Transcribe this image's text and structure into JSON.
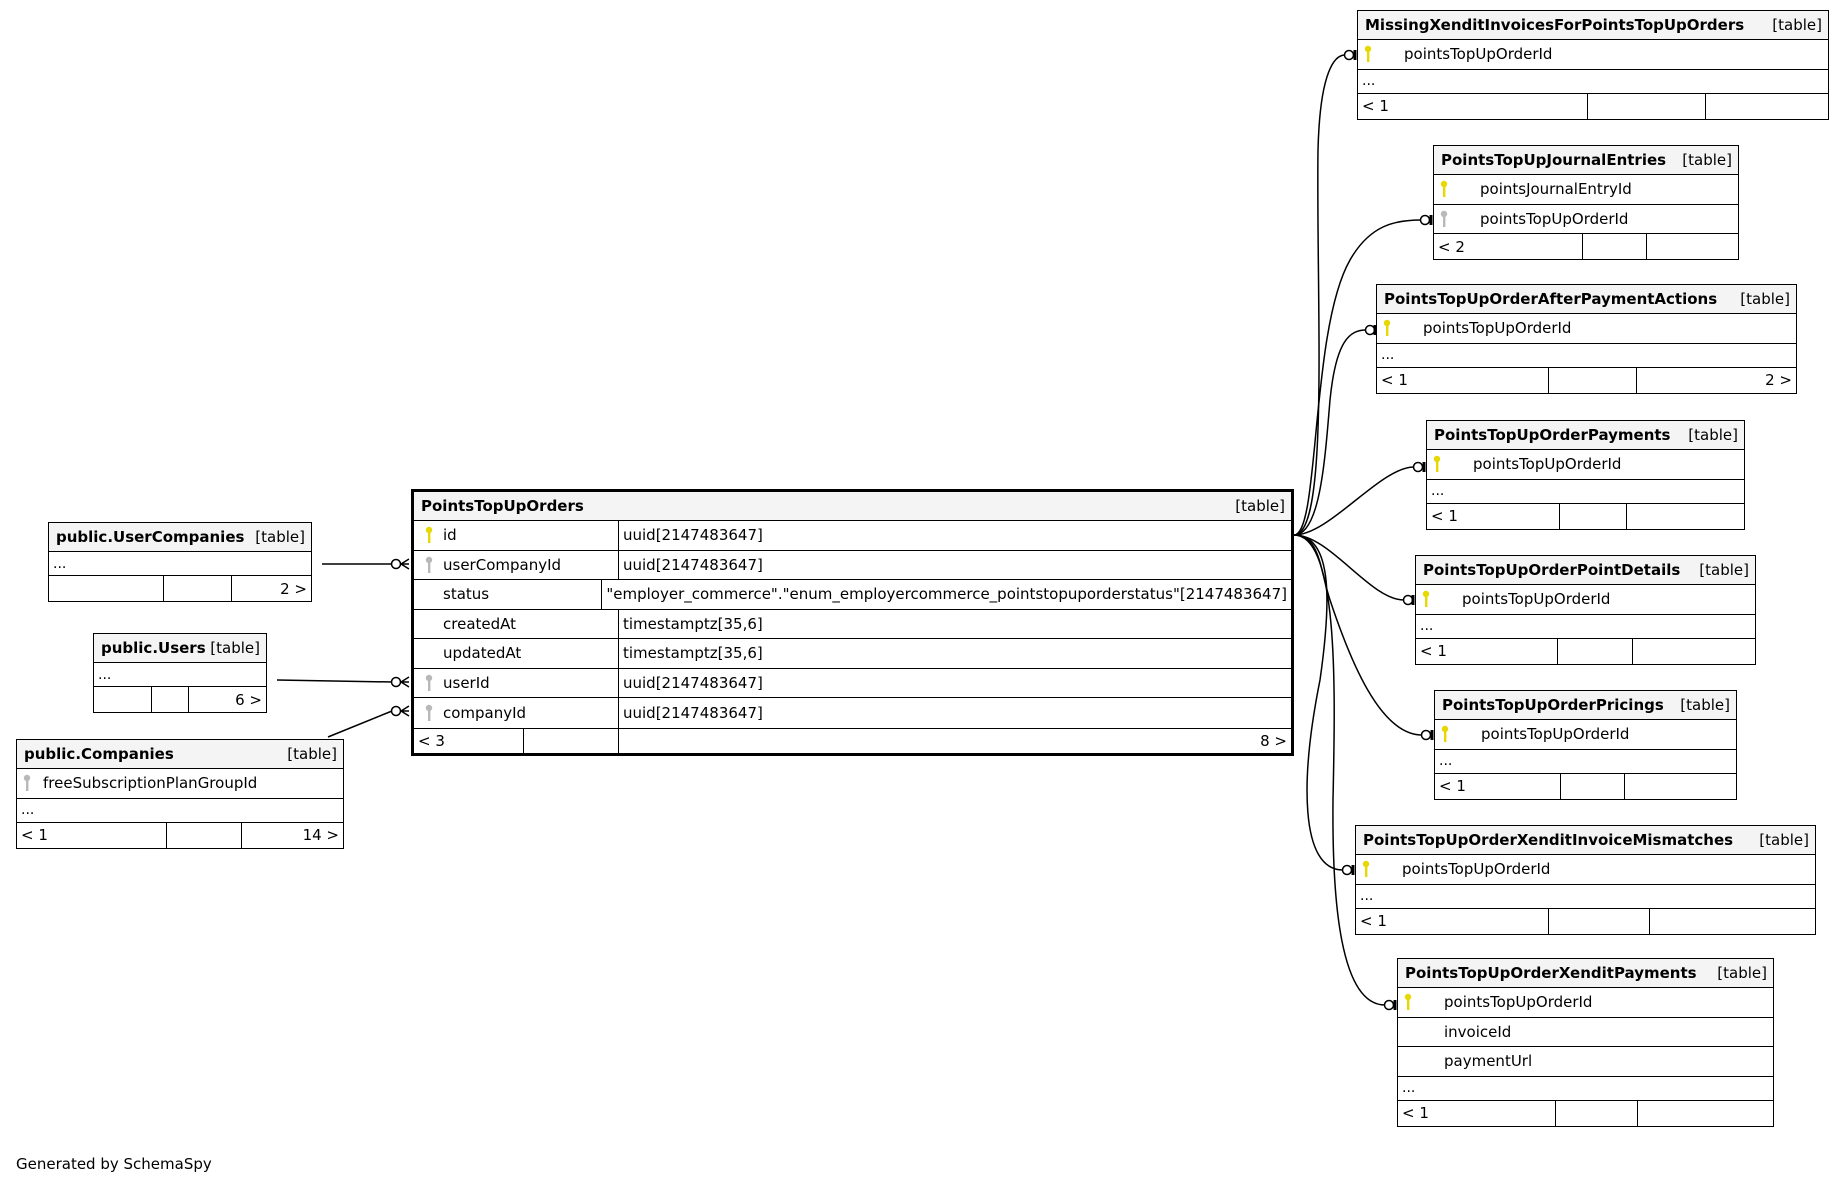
{
  "diagram": {
    "footer": "Generated by SchemaSpy",
    "colors": {
      "primary_key": "#e6d800",
      "foreign_key": "#b8b8b8",
      "header_bg": "#f4f4f4",
      "line": "#000000"
    },
    "main_table": {
      "name": "PointsTopUpOrders",
      "kind": "[table]",
      "columns": [
        {
          "name": "id",
          "type": "uuid[2147483647]",
          "key": "primary"
        },
        {
          "name": "userCompanyId",
          "type": "uuid[2147483647]",
          "key": "foreign"
        },
        {
          "name": "status",
          "type": "\"employer_commerce\".\"enum_employercommerce_pointstopuporderstatus\"[2147483647]",
          "key": ""
        },
        {
          "name": "createdAt",
          "type": "timestamptz[35,6]",
          "key": ""
        },
        {
          "name": "updatedAt",
          "type": "timestamptz[35,6]",
          "key": ""
        },
        {
          "name": "userId",
          "type": "uuid[2147483647]",
          "key": "foreign"
        },
        {
          "name": "companyId",
          "type": "uuid[2147483647]",
          "key": "foreign"
        }
      ],
      "footer": {
        "parents": "< 3",
        "middle": "",
        "children": "8 >"
      }
    },
    "parents": [
      {
        "name": "public.UserCompanies",
        "kind": "[table]",
        "columns": [],
        "ellipsis": "...",
        "footer": {
          "parents": "",
          "middle": "",
          "children": "2 >"
        }
      },
      {
        "name": "public.Users",
        "kind": "[table]",
        "columns": [],
        "ellipsis": "...",
        "footer": {
          "parents": "",
          "middle": "",
          "children": "6 >"
        }
      },
      {
        "name": "public.Companies",
        "kind": "[table]",
        "columns": [
          {
            "name": "freeSubscriptionPlanGroupId",
            "key": "foreign"
          }
        ],
        "ellipsis": "...",
        "footer": {
          "parents": "< 1",
          "middle": "",
          "children": "14 >"
        }
      }
    ],
    "children": [
      {
        "name": "MissingXenditInvoicesForPointsTopUpOrders",
        "kind": "[table]",
        "columns": [
          {
            "name": "pointsTopUpOrderId",
            "key": "primary"
          }
        ],
        "ellipsis": "...",
        "footer": {
          "parents": "< 1",
          "middle": "",
          "children": ""
        }
      },
      {
        "name": "PointsTopUpJournalEntries",
        "kind": "[table]",
        "columns": [
          {
            "name": "pointsJournalEntryId",
            "key": "primary"
          },
          {
            "name": "pointsTopUpOrderId",
            "key": "foreign"
          }
        ],
        "ellipsis": "",
        "footer": {
          "parents": "< 2",
          "middle": "",
          "children": ""
        }
      },
      {
        "name": "PointsTopUpOrderAfterPaymentActions",
        "kind": "[table]",
        "columns": [
          {
            "name": "pointsTopUpOrderId",
            "key": "primary"
          }
        ],
        "ellipsis": "...",
        "footer": {
          "parents": "< 1",
          "middle": "",
          "children": "2 >"
        }
      },
      {
        "name": "PointsTopUpOrderPayments",
        "kind": "[table]",
        "columns": [
          {
            "name": "pointsTopUpOrderId",
            "key": "primary"
          }
        ],
        "ellipsis": "...",
        "footer": {
          "parents": "< 1",
          "middle": "",
          "children": ""
        }
      },
      {
        "name": "PointsTopUpOrderPointDetails",
        "kind": "[table]",
        "columns": [
          {
            "name": "pointsTopUpOrderId",
            "key": "primary"
          }
        ],
        "ellipsis": "...",
        "footer": {
          "parents": "< 1",
          "middle": "",
          "children": ""
        }
      },
      {
        "name": "PointsTopUpOrderPricings",
        "kind": "[table]",
        "columns": [
          {
            "name": "pointsTopUpOrderId",
            "key": "primary"
          }
        ],
        "ellipsis": "...",
        "footer": {
          "parents": "< 1",
          "middle": "",
          "children": ""
        }
      },
      {
        "name": "PointsTopUpOrderXenditInvoiceMismatches",
        "kind": "[table]",
        "columns": [
          {
            "name": "pointsTopUpOrderId",
            "key": "primary"
          }
        ],
        "ellipsis": "...",
        "footer": {
          "parents": "< 1",
          "middle": "",
          "children": ""
        }
      },
      {
        "name": "PointsTopUpOrderXenditPayments",
        "kind": "[table]",
        "columns": [
          {
            "name": "pointsTopUpOrderId",
            "key": "primary"
          },
          {
            "name": "invoiceId",
            "key": ""
          },
          {
            "name": "paymentUrl",
            "key": ""
          }
        ],
        "ellipsis": "...",
        "footer": {
          "parents": "< 1",
          "middle": "",
          "children": ""
        }
      }
    ]
  }
}
